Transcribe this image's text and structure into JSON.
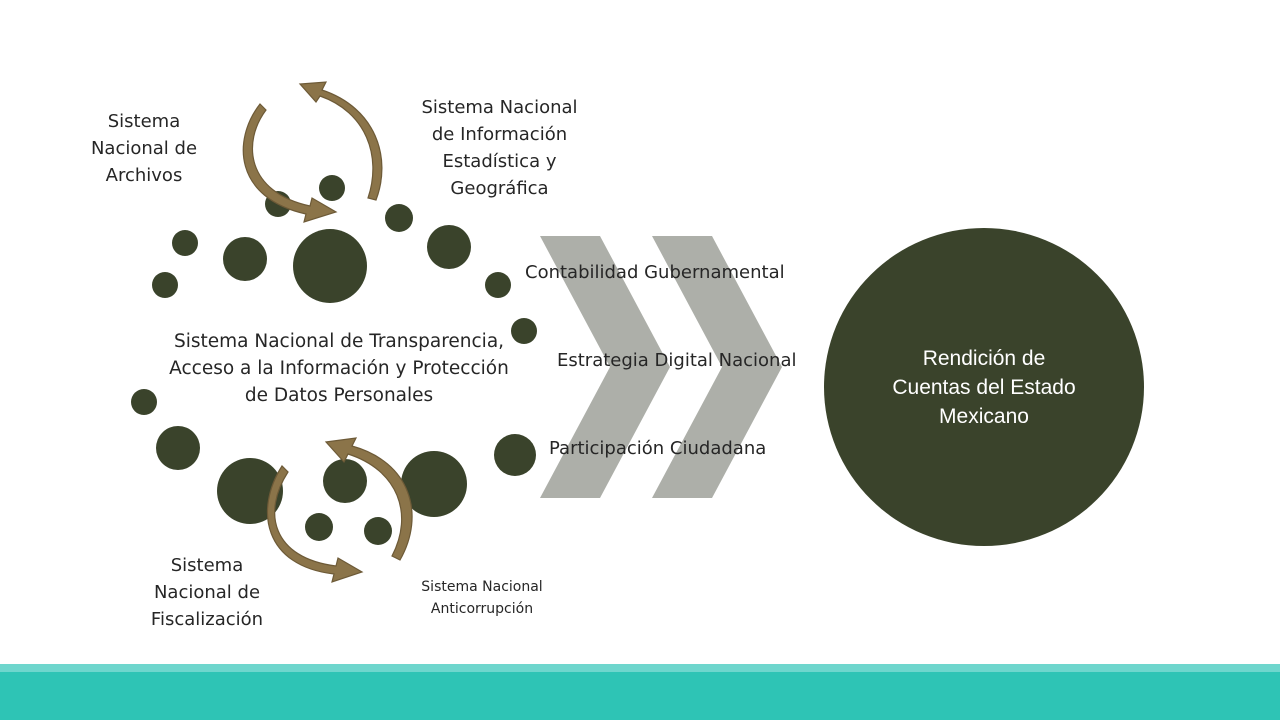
{
  "slide": {
    "left_labels": {
      "archivos": "Sistema\nNacional de\nArchivos",
      "inegi": "Sistema Nacional\nde Información\nEstadística y\nGeográfica",
      "transparencia": "Sistema Nacional de Transparencia,\nAcceso a la Información y Protección\nde Datos Personales",
      "fiscalizacion": "Sistema\nNacional de\nFiscalización",
      "anticorrupcion": "Sistema Nacional\nAnticorrupción"
    },
    "middle_labels": {
      "contabilidad": "Contabilidad Gubernamental",
      "digital": "Estrategia Digital Nacional",
      "participacion": "Participación Ciudadana"
    },
    "target": {
      "text": "Rendición de\nCuentas del Estado\nMexicano"
    },
    "colors": {
      "dark_olive": "#3a432b",
      "arrow_brown": "#8b7449",
      "chevron_gray": "#adafa9",
      "footer_teal": "#2ec4b5",
      "footer_light": "#6ed6cd"
    }
  }
}
